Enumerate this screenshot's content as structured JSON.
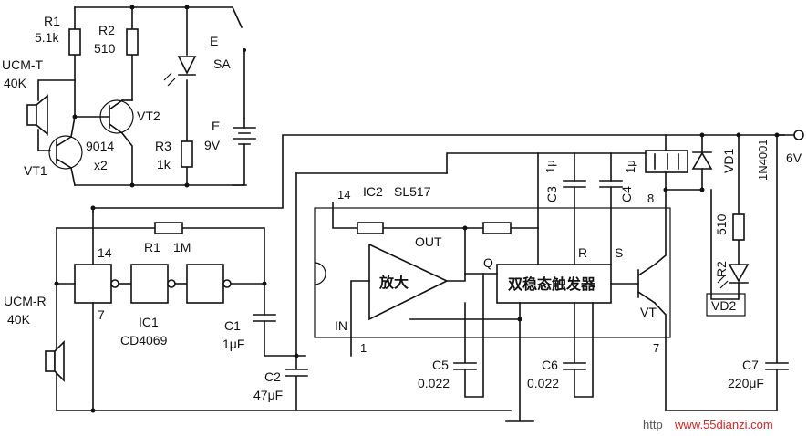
{
  "labels": {
    "r1": "R1",
    "r1_val": "5.1k",
    "r2": "R2",
    "r2_val": "510",
    "ucm_t": "UCM-T",
    "ucm_t_val": "40K",
    "vt2": "VT2",
    "vt1": "VT1",
    "t9014": "9014",
    "tx2": "x2",
    "r3": "R3",
    "r3_val": "1k",
    "e_top": "E",
    "sa": "SA",
    "e_bat": "E",
    "bat_val": "9V",
    "ic2": "IC2",
    "sl517": "SL517",
    "pin14_ic2": "14",
    "out": "OUT",
    "amp": "放大",
    "flipflop": "双稳态触发器",
    "q": "Q",
    "r": "R",
    "s": "S",
    "in": "IN",
    "pin1": "1",
    "vt": "VT",
    "pin7_ic2": "7",
    "pin8": "8",
    "c3": "C3",
    "c3_val": "1μ",
    "c4": "C4",
    "c4_val": "1μ",
    "vd1": "VD1",
    "n4001": "1N4001",
    "r2b": "R2",
    "r2b_val": "510",
    "vd2": "VD2",
    "v6": "6V",
    "pin14_ic1": "14",
    "pin7_ic1": "7",
    "r1b": "R1",
    "r1b_val": "1M",
    "ucm_r": "UCM-R",
    "ucm_r_val": "40K",
    "ic1": "IC1",
    "cd4069": "CD4069",
    "c1": "C1",
    "c1_val": "1μF",
    "c2": "C2",
    "c2_val": "47μF",
    "c5": "C5",
    "c5_val": "0.022",
    "c6": "C6",
    "c6_val": "0.022",
    "c7": "C7",
    "c7_val": "220μF"
  },
  "watermark": {
    "prefix": "http",
    "site": "www.55dianzi.com"
  }
}
